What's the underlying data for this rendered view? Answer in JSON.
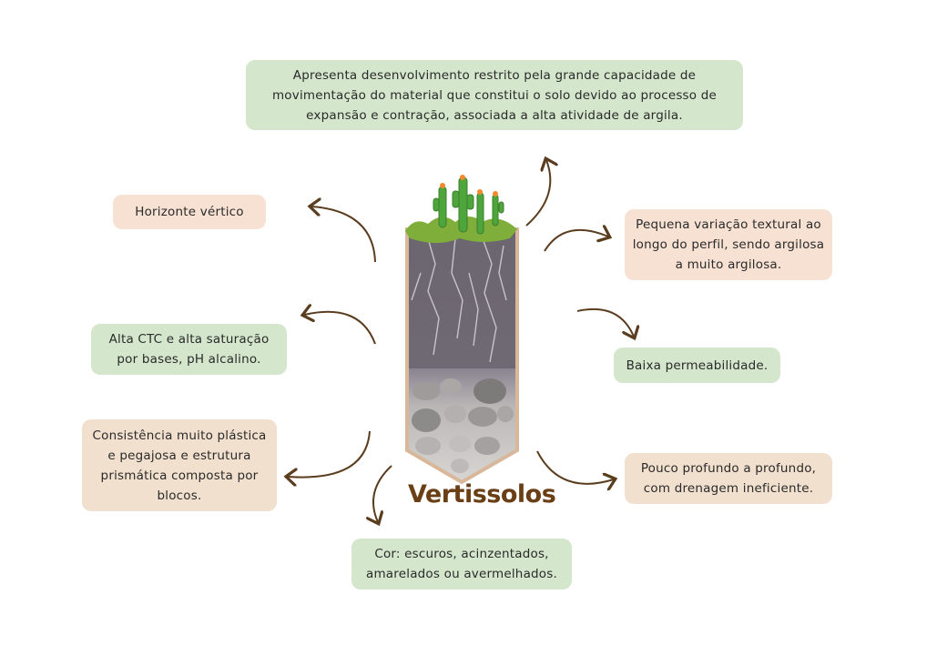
{
  "title": "Vertissolos",
  "boxes": {
    "top": "Apresenta desenvolvimento restrito pela grande capacidade de movimentação do material que constitui o solo devido ao processo de expansão e contração, associada a alta atividade de argila.",
    "horizon": "Horizonte vértico",
    "ctc": "Alta CTC e alta saturação por bases, pH alcalino.",
    "consistency": "Consistência muito plástica e pegajosa e estrutura prismática composta por blocos.",
    "color": "Cor: escuros, acinzentados, amarelados ou avermelhados.",
    "texture": "Pequena variação textural ao longo do perfil, sendo argilosa a muito argilosa.",
    "permeability": "Baixa permeabilidade.",
    "depth": "Pouco profundo a profundo, com drenagem ineficiente."
  },
  "colors": {
    "green_box": "#d4e6cc",
    "peach_box": "#f7e1d3",
    "tan_box": "#f2e0cf",
    "title": "#6a3f16",
    "arrow": "#5a3d1e"
  }
}
